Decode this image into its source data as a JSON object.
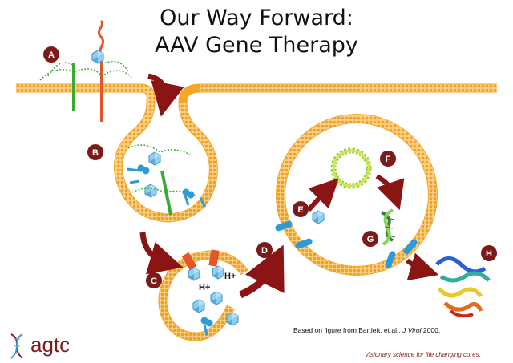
{
  "title": {
    "line1": "Our Way Forward:",
    "line2": "AAV Gene Therapy"
  },
  "steps": [
    "A",
    "B",
    "C",
    "D",
    "E",
    "F",
    "G",
    "H"
  ],
  "ions": [
    "H+",
    "H+"
  ],
  "citation": {
    "prefix": "Based on figure from Bartlett, et al., ",
    "journal": "J Virol",
    "year": " 2000."
  },
  "logo": {
    "text": "agtc"
  },
  "tagline": "Visionary science for life changing cures.",
  "colors": {
    "membrane": "#f5a623",
    "membrane_dark": "#e08e0b",
    "step_badge": "#7b1a1a",
    "arrow": "#8b1414",
    "receptor_green": "#3aaa35",
    "receptor_orange": "#e2562a",
    "virus": "#7fc4ee",
    "coreceptor": "#2e9bd6"
  }
}
